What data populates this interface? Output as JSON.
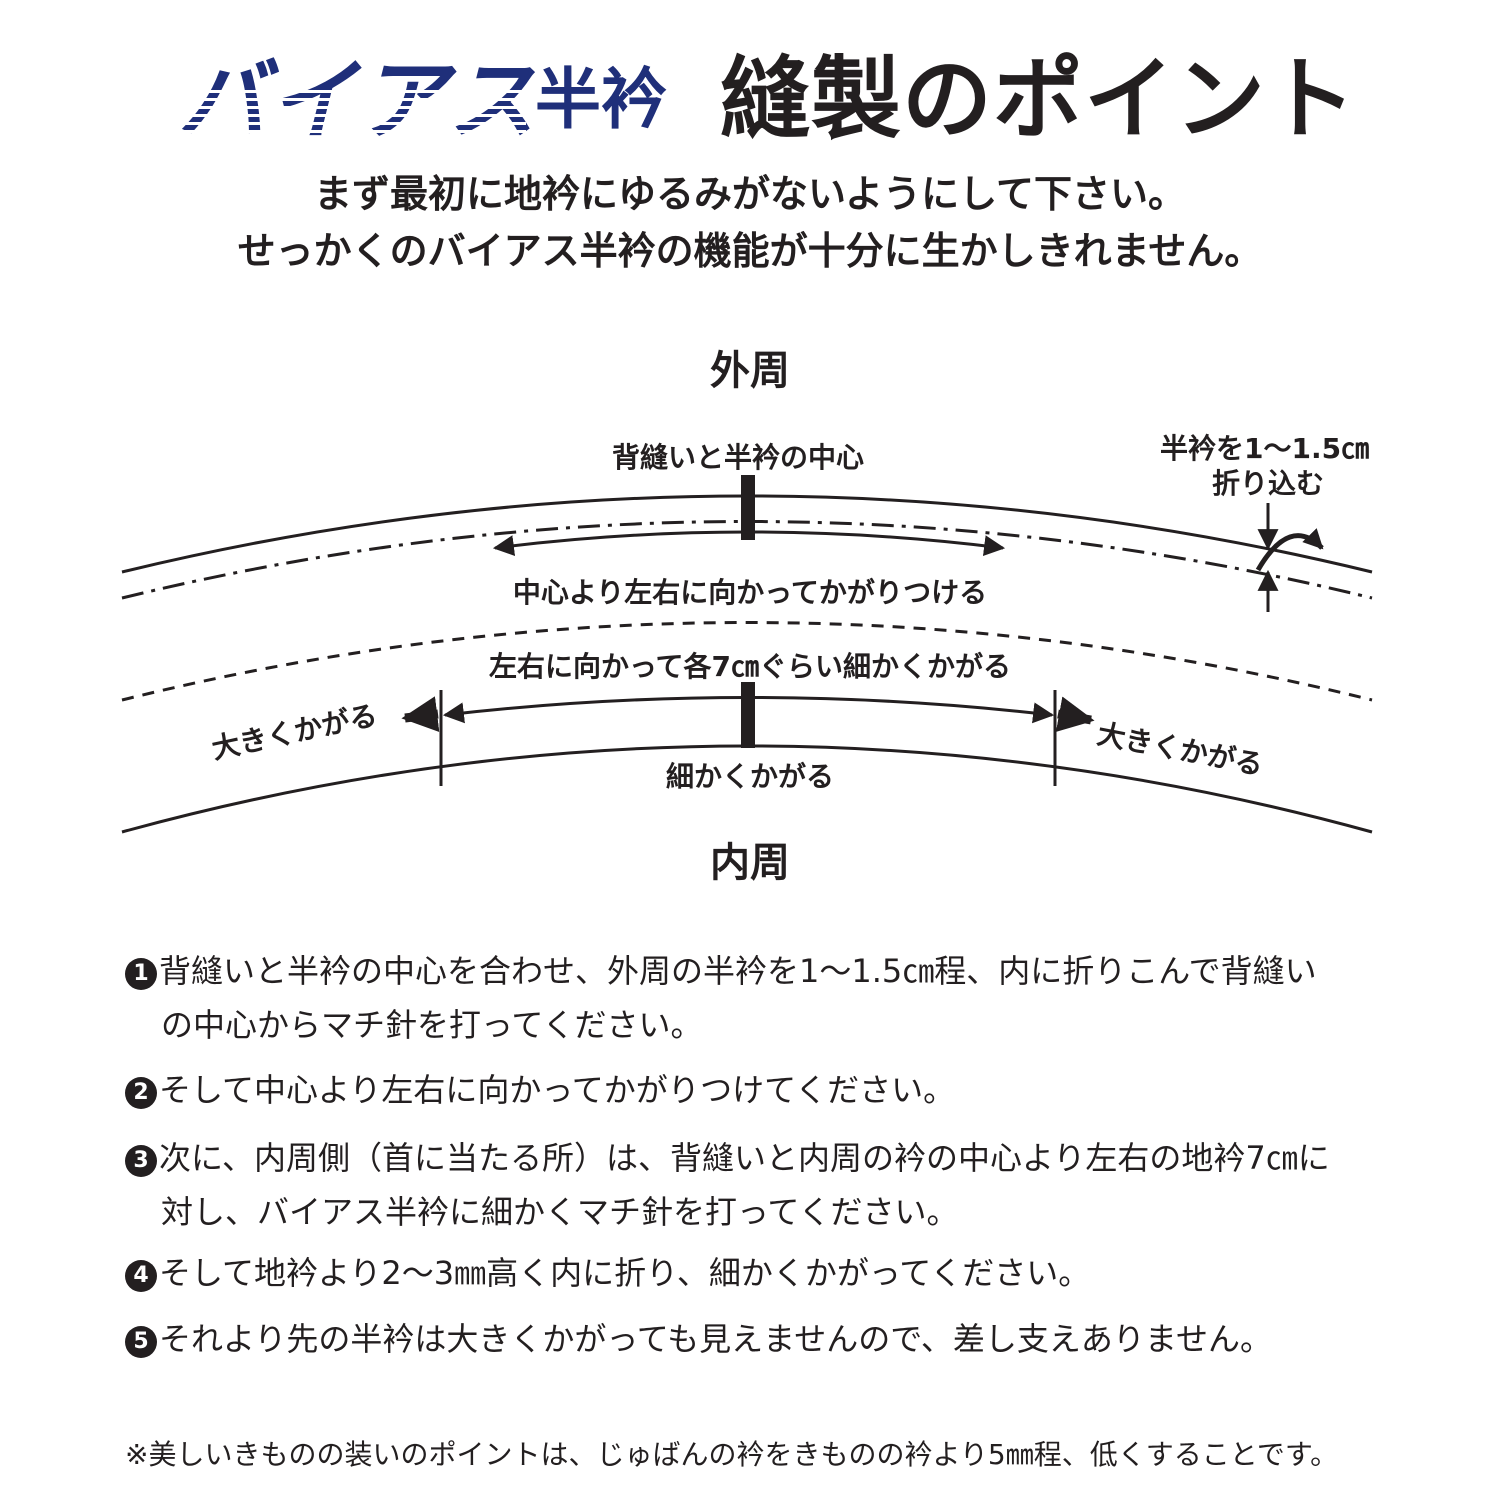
{
  "title": {
    "bias": "バイアス",
    "han_eri": "半衿",
    "point": "縫製のポイント",
    "color_bias": "#1f2f7a",
    "color_point": "#231f20"
  },
  "intro": {
    "line1": "まず最初に地衿にゆるみがないようにして下さい。",
    "line2": "せっかくのバイアス半衿の機能が十分に生かしきれません。"
  },
  "diagram": {
    "outer_label": "外周",
    "inner_label": "内周",
    "center_label": "背縫いと半衿の中心",
    "fold_label_1": "半衿を1～1.5㎝",
    "fold_label_2": "折り込む",
    "outer_stitch_label": "中心より左右に向かってかがりつける",
    "inner_stitch_label": "左右に向かって各7㎝ぐらい細かくかがる",
    "large_left": "大きくかがる",
    "large_right": "大きくかがる",
    "fine_label": "細かくかがる"
  },
  "steps": [
    {
      "num": "1",
      "line1": "背縫いと半衿の中心を合わせ、外周の半衿を1～1.5㎝程、内に折りこんで背縫い",
      "line2": "の中心からマチ針を打ってください。"
    },
    {
      "num": "2",
      "line1": "そして中心より左右に向かってかがりつけてください。",
      "line2": ""
    },
    {
      "num": "3",
      "line1": "次に、内周側（首に当たる所）は、背縫いと内周の衿の中心より左右の地衿7㎝に",
      "line2": "対し、バイアス半衿に細かくマチ針を打ってください。"
    },
    {
      "num": "4",
      "line1": "そして地衿より2～3㎜高く内に折り、細かくかがってください。",
      "line2": ""
    },
    {
      "num": "5",
      "line1": "それより先の半衿は大きくかがっても見えませんので、差し支えありません。",
      "line2": ""
    }
  ],
  "note": "※美しいきものの装いのポイントは、じゅばんの衿をきものの衿より5㎜程、低くすることです。"
}
